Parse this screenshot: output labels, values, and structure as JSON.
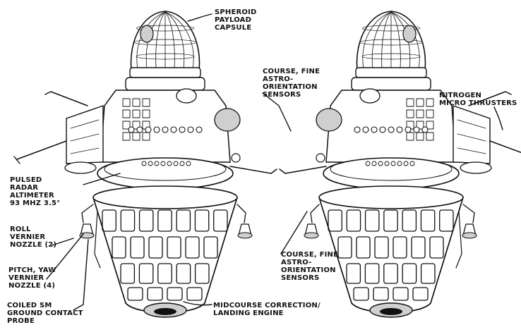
{
  "labels": {
    "spheroid_payload_capsule": [
      "SPHEROID",
      "PAYLOAD",
      "CAPSULE"
    ],
    "course_fine_sensors_top": [
      "COURSE, FINE",
      "ASTRO-",
      "ORIENTATION",
      "SENSORS"
    ],
    "nitrogen_micro_thrusters": [
      "NITROGEN",
      "MICRO THRUSTERS"
    ],
    "pulsed_radar_altimeter": [
      "PULSED",
      "RADAR",
      "ALTIMETER",
      "93 MHZ 3.5°"
    ],
    "roll_vernier_nozzle": [
      "ROLL",
      "VERNIER",
      "NOZZLE (2)"
    ],
    "pitch_yaw_vernier_nozzle": [
      "PITCH, YAW",
      "VERNIER",
      "NOZZLE (4)"
    ],
    "coiled_sm_ground_contact_probe": [
      "COILED SM",
      "GROUND CONTACT",
      "PROBE"
    ],
    "course_fine_sensors_bottom": [
      "COURSE, FINE",
      "ASTRO-",
      "ORIENTATION",
      "SENSORS"
    ],
    "midcourse_correction_engine": [
      "MIDCOURSE CORRECTION/",
      "LANDING ENGINE"
    ]
  },
  "colors": {
    "ink": "#111111",
    "background": "#ffffff",
    "shade": "#cfcfcf"
  }
}
